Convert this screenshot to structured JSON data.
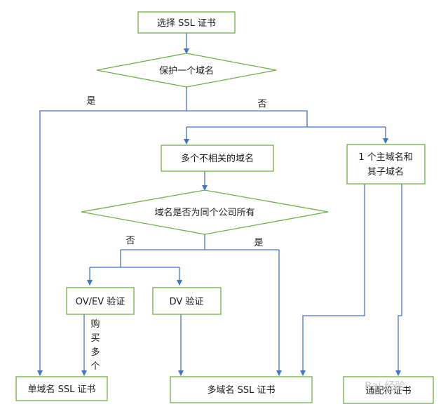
{
  "colors": {
    "node_border": "#70ad47",
    "arrow": "#4472c4",
    "text": "#1a1a1a",
    "watermark": "#c8c8c8"
  },
  "nodes": {
    "select_ssl": "选择 SSL 证书",
    "protect_one_domain": "保护一个域名",
    "multiple_unrelated": "多个不相关的域名",
    "main_and_sub_line1": "1 个主域名和",
    "main_and_sub_line2": "其子域名",
    "same_company": "域名是否为同个公司所有",
    "ov_ev": "OV/EV 验证",
    "dv": "DV 验证",
    "single_domain_cert": "单域名 SSL 证书",
    "multi_domain_cert": "多域名 SSL 证书",
    "wildcard_cert": "通配符证书"
  },
  "labels": {
    "yes_1": "是",
    "no_1": "否",
    "no_2": "否",
    "yes_2": "是",
    "buy_multiple": [
      "购",
      "买",
      "多",
      "个"
    ]
  },
  "watermark": "Bai 经验"
}
